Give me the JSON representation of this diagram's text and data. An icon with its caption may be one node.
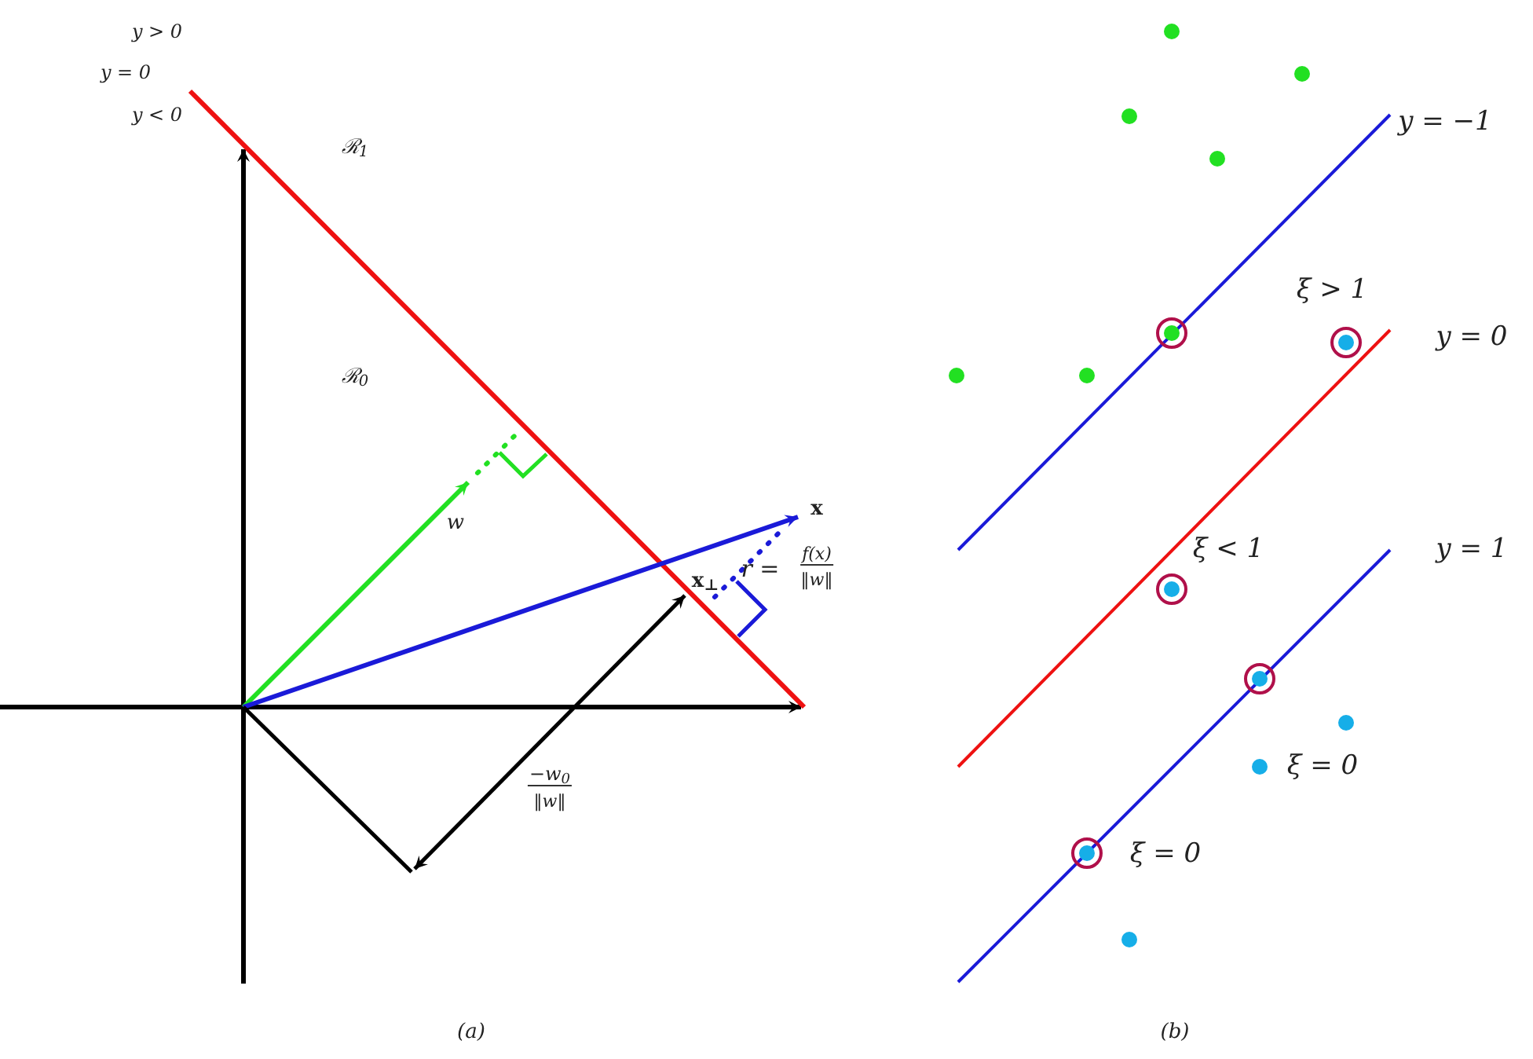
{
  "diagram": {
    "labels": [
      "y > 0",
      "y = 0",
      "y < 0",
      "ℛ$_{1}$",
      "ℛ$_{0}$",
      "w",
      "x",
      "x$_{⊥}$",
      "r =",
      "f(x)",
      "‖w‖",
      "−w$_{0}$",
      "‖w‖",
      "(a)",
      "y = −1",
      "ξ > 1",
      "y = 0",
      "ξ < 1",
      "y = 1",
      "ξ = 0",
      "ξ = 0",
      "(b)"
    ]
  }
}
